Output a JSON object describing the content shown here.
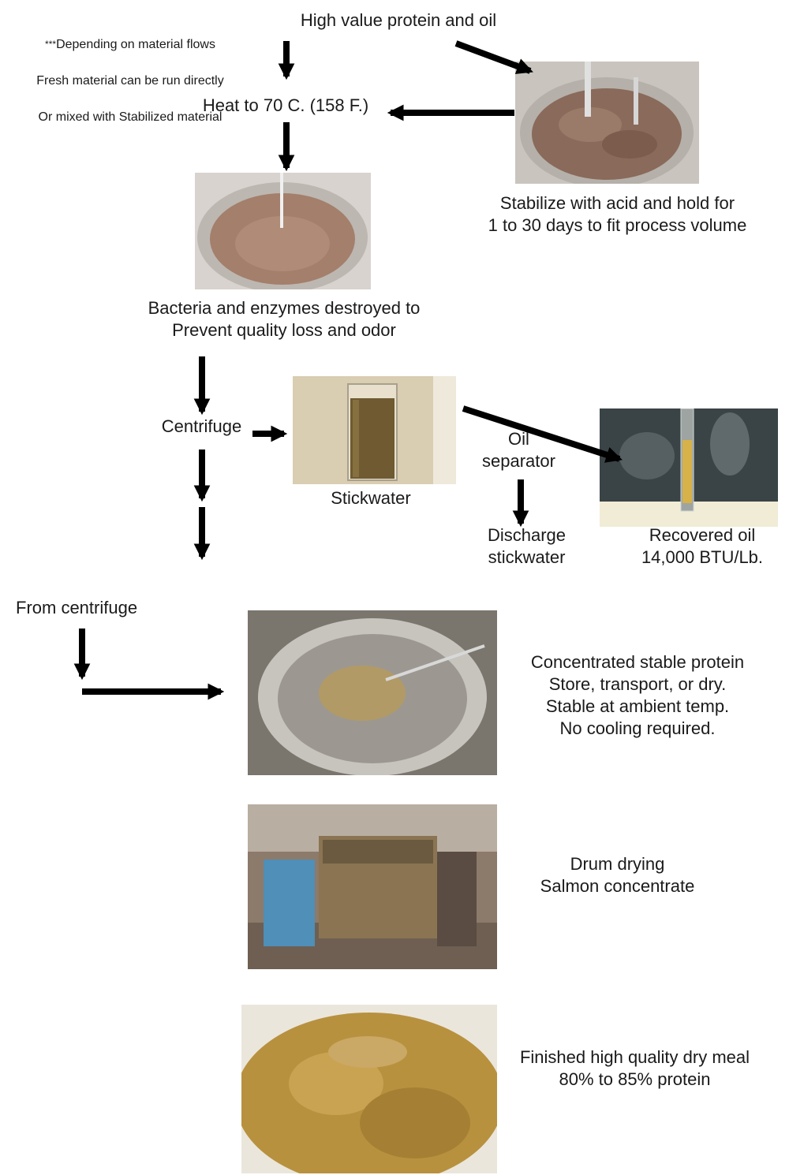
{
  "note": {
    "stars": "***",
    "line1": "Depending on material flows",
    "line2": "Fresh material can be run directly",
    "line3": "Or mixed with Stabilized material"
  },
  "labels": {
    "high_value": "High value protein and oil",
    "heat": "Heat to 70 C. (158 F.)",
    "stabilize": "Stabilize with acid and hold for\n1 to 30 days to fit process volume",
    "bacteria": "Bacteria and enzymes destroyed to\nPrevent quality loss and odor",
    "centrifuge": "Centrifuge",
    "oil_separator": "Oil\nseparator",
    "stickwater": "Stickwater",
    "discharge": "Discharge\nstickwater",
    "recovered_oil": "Recovered oil\n14,000 BTU/Lb.",
    "from_centrifuge": "From centrifuge",
    "concentrated": "Concentrated stable protein\nStore, transport, or dry.\nStable at ambient temp.\nNo cooling required.",
    "drum": "Drum drying\nSalmon concentrate",
    "finished": "Finished high quality dry meal\n80% to 85% protein"
  },
  "colors": {
    "arrow": "#000000",
    "ground_meat": "#8a6a5a",
    "brown_liquid": "#a37f6c",
    "stickwater": "#6f5a32",
    "oil": "#d7b24a",
    "paste": "#b29a66",
    "meal": "#b8913f",
    "blue_machine": "#4f8fb8"
  }
}
